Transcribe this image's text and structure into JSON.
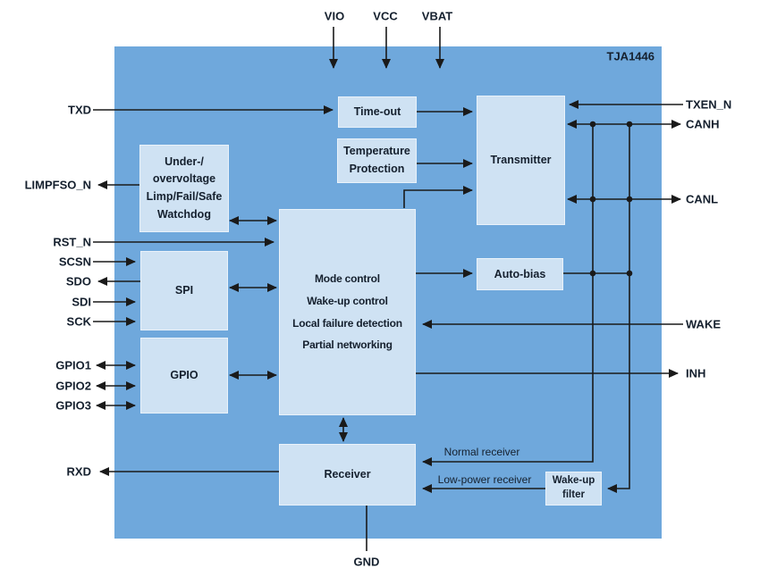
{
  "diagram": {
    "part_number": "TJA1446",
    "pins": {
      "top": [
        "VIO",
        "VCC",
        "VBAT"
      ],
      "bottom": [
        "GND"
      ],
      "left": [
        "TXD",
        "LIMPFSO_N",
        "RST_N",
        "SCSN",
        "SDO",
        "SDI",
        "SCK",
        "GPIO1",
        "GPIO2",
        "GPIO3",
        "RXD"
      ],
      "right": [
        "TXEN_N",
        "CANH",
        "CANL",
        "WAKE",
        "INH"
      ]
    },
    "blocks": {
      "timeout": "Time-out",
      "temperature_protection": "Temperature\nProtection",
      "transmitter": "Transmitter",
      "supervisor": "Under-/\novervoltage\nLimp/Fail/Safe\nWatchdog",
      "mode_control": "Mode control\nWake-up control\nLocal failure detection\nPartial networking",
      "spi": "SPI",
      "gpio": "GPIO",
      "auto_bias": "Auto-bias",
      "receiver": "Receiver",
      "wakeup_filter": "Wake-up\nfilter"
    },
    "annotations": {
      "normal_receiver": "Normal receiver",
      "low_power_receiver": "Low-power receiver"
    },
    "colors": {
      "chip_fill": "#6fa8dc",
      "block_fill": "#cfe2f3",
      "line": "#1a1a1a",
      "text": "#15202e"
    }
  }
}
